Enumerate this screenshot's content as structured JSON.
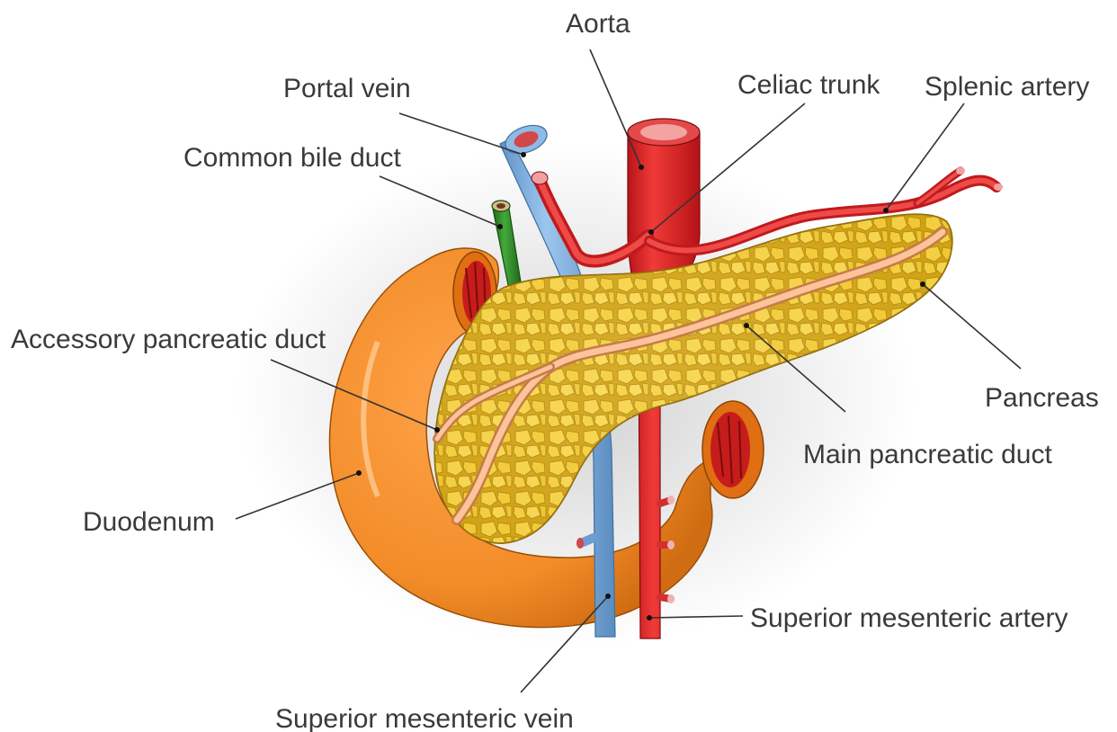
{
  "labels": {
    "aorta": "Aorta",
    "portal_vein": "Portal vein",
    "celiac_trunk": "Celiac trunk",
    "splenic_artery": "Splenic artery",
    "common_bile_duct": "Common bile duct",
    "accessory_pancreatic_duct": "Accessory pancreatic duct",
    "pancreas": "Pancreas",
    "main_pancreatic_duct": "Main pancreatic duct",
    "duodenum": "Duodenum",
    "superior_mesenteric_artery": "Superior mesenteric artery",
    "superior_mesenteric_vein": "Superior mesenteric vein"
  },
  "colors": {
    "artery": "#e8282a",
    "vein": "#7fb2e2",
    "bile_duct": "#2f8a2a",
    "duodenum": "#f28c28",
    "pancreas": "#f6d34a",
    "duct": "#f9b98a"
  }
}
